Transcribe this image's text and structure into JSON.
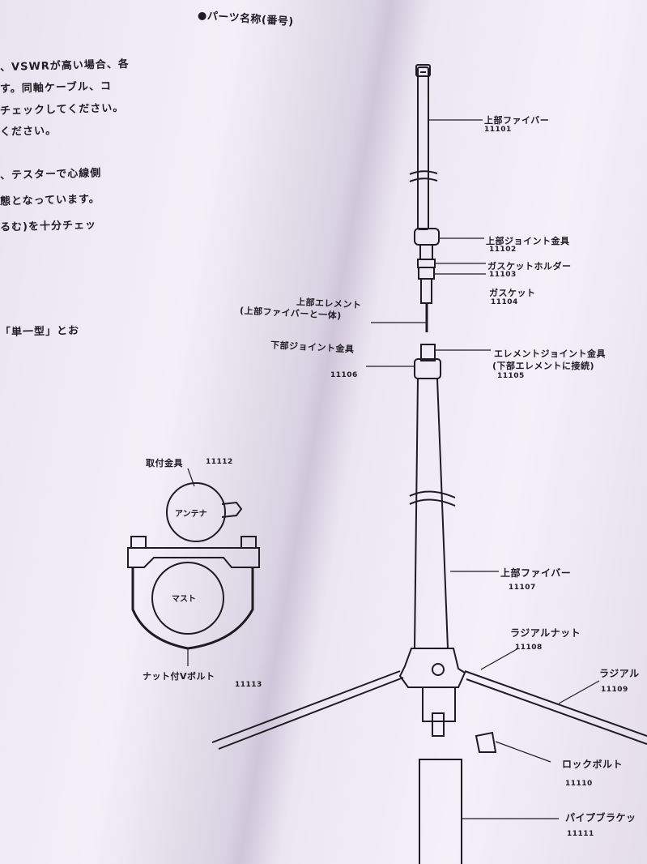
{
  "heading": "●パーツ名称(番号)",
  "instructions": [
    "、VSWRが高い場合、各",
    "す。同軸ケーブル、コ",
    "チェックしてください。",
    "ください。",
    "、テスターで心線側",
    "態となっています。",
    "るむ)を十分チェッ",
    "「単一型」とお"
  ],
  "parts": {
    "upper_fiber_top": {
      "name": "上部ファイバー",
      "number": "11101"
    },
    "upper_joint": {
      "name": "上部ジョイント金具",
      "number": "11102"
    },
    "gasket_holder": {
      "name": "ガスケットホルダー",
      "number": "11103"
    },
    "gasket": {
      "name": "ガスケット",
      "number": "11104"
    },
    "upper_element_line1": "上部エレメント",
    "upper_element_line2": "(上部ファイバーと一体)",
    "element_joint_line1": "エレメントジョイント金具",
    "element_joint_line2": "(下部エレメントに接続)",
    "element_joint_number": "11105",
    "lower_joint": {
      "name": "下部ジョイント金具",
      "number": "11106"
    },
    "upper_fiber_lower": {
      "name": "上部ファイバー",
      "number": "11107"
    },
    "radial_nut": {
      "name": "ラジアルナット",
      "number": "11108"
    },
    "radial": {
      "name": "ラジアル",
      "number": "11109"
    },
    "lock_bolt": {
      "name": "ロックボルト",
      "number": "11110"
    },
    "pipe_bracket": {
      "name": "パイプブラケッ",
      "number": "11111"
    },
    "mount_bracket": {
      "name": "取付金具",
      "number": "11112"
    },
    "v_bolt": {
      "name": "ナット付Vボルト",
      "number": "11113"
    },
    "antenna_label": "アンテナ",
    "mast_label": "マスト"
  }
}
